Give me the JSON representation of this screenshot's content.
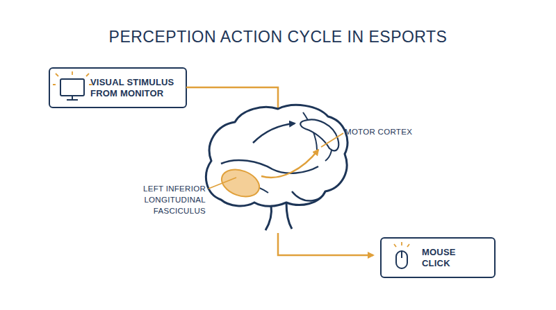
{
  "diagram": {
    "title": "PERCEPTION ACTION CYCLE IN ESPORTS",
    "nodes": [
      {
        "text": [
          "VISUAL STIMULUS FROM MONITOR"
        ]
      },
      {
        "text": [
          "MOUSE CLICK"
        ]
      }
    ],
    "labels": [
      "MOTOR CORTEX",
      "LEFT INFERIOR LONGITUDINAL FASCICULUS"
    ]
  }
}
